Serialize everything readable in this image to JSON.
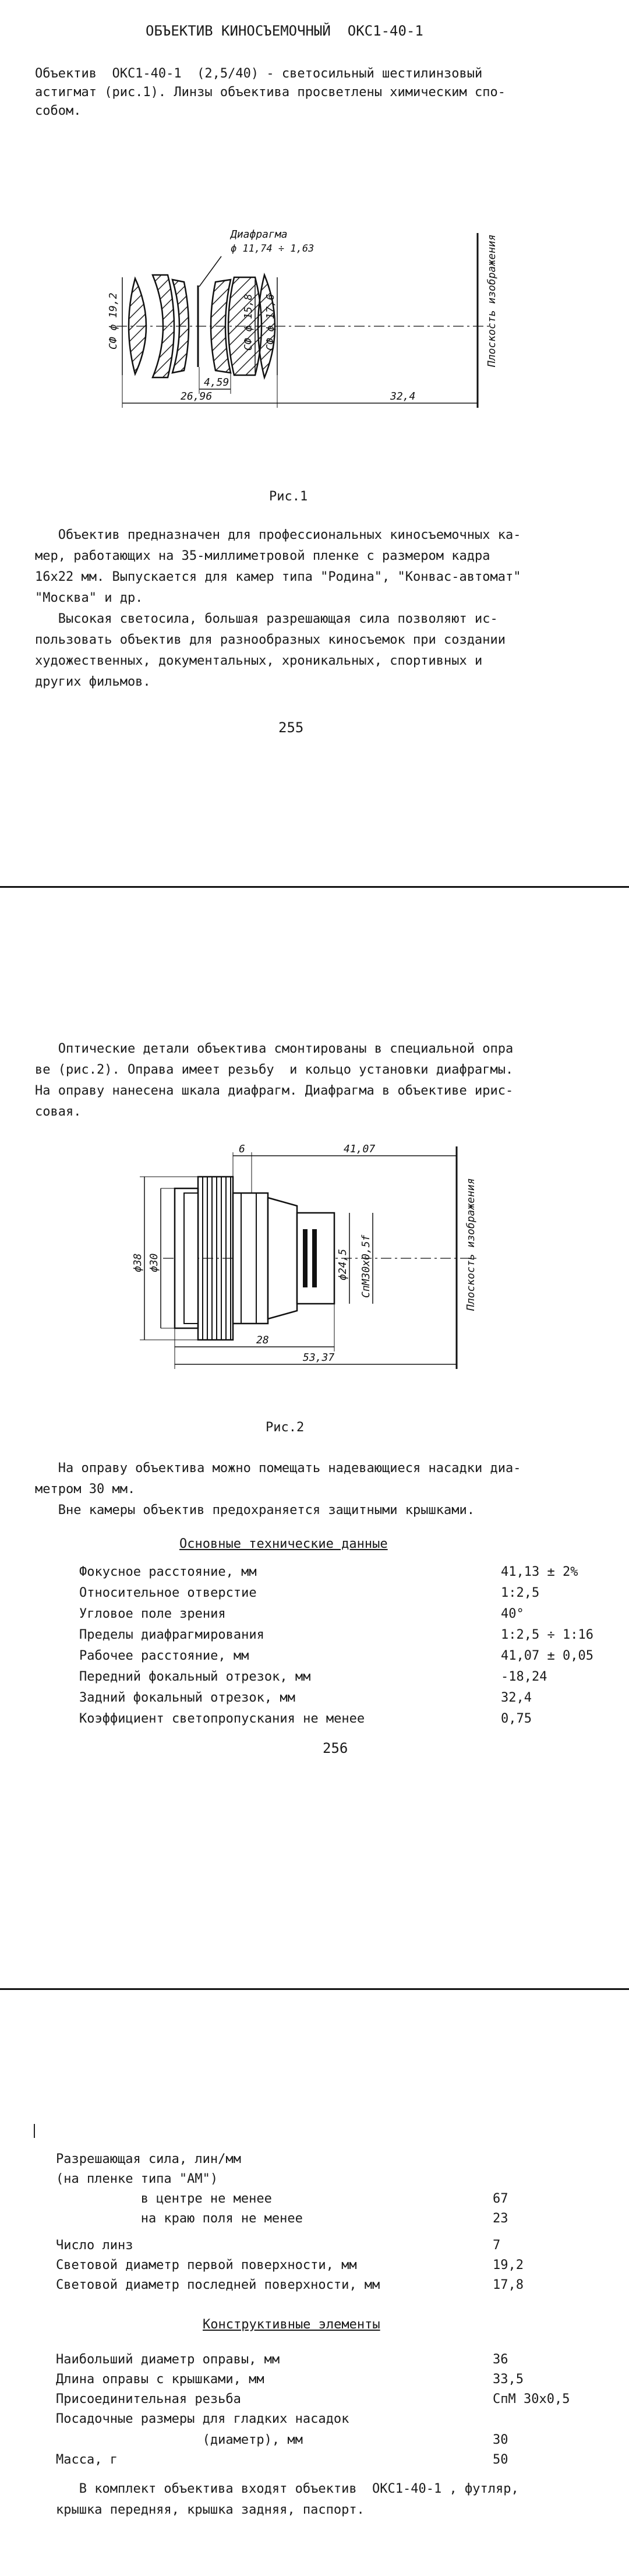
{
  "page1": {
    "title": "ОБЪЕКТИВ КИНОСЪЕМОЧНЫЙ  ОКС1-40-1",
    "intro": [
      "Объектив  ОКС1-40-1  (2,5/40) - светосильный шестилинзовый",
      "астигмат (рис.1). Линзы объектива просветлены химическим спо-",
      "собом."
    ],
    "fig1": {
      "diaphragm_label": "Диафрагма",
      "diaphragm_range": "ϕ 11,74 ÷ 1,63",
      "d1": "СФ ϕ 19,2",
      "d2": "СФ ϕ 15,8",
      "d3": "СФ ϕ 17,6",
      "dim_459": "4,59",
      "dim_2696": "26,96",
      "dim_324": "32,4",
      "plane_label": "Плоскость изображения"
    },
    "caption": "Рис.1",
    "body": [
      "   Объектив предназначен для профессиональных киносъемочных ка-",
      "мер, работающих на 35-миллиметровой пленке с размером кадра",
      "16х22 мм. Выпускается для камер типа \"Родина\", \"Конвас-автомат\"",
      "\"Москва\" и др.",
      "   Высокая светосила, большая разрешающая сила позволяют ис-",
      "пользовать объектив для разнообразных киносъемок при создании",
      "художественных, документальных, хроникальных, спортивных и",
      "других фильмов."
    ],
    "page_number": "255"
  },
  "page2": {
    "intro": [
      "   Оптические детали объектива смонтированы в специальной опра",
      "ве (рис.2). Оправа имеет резьбу  и кольцо установки диафрагмы.",
      "На оправу нанесена шкала диафрагм. Диафрагма в объективе ирис-",
      "совая."
    ],
    "fig2": {
      "dim_6": "6",
      "dim_4107": "41,07",
      "d38": "ϕ38",
      "d30": "ϕ30",
      "d245": "ϕ24,5",
      "thread": "СпМ30х0,5f",
      "dim_28": "28",
      "dim_5337": "53,37",
      "plane_label": "Плоскость изображения"
    },
    "caption": "Рис.2",
    "body": [
      "   На оправу объектива можно помещать надевающиеся насадки диа-",
      "метром 30 мм.",
      "   Вне камеры объектив предохраняется защитными крышками."
    ],
    "specs_heading": "Основные технические данные",
    "specs": [
      {
        "label": "Фокусное расстояние, мм",
        "value": "41,13 ± 2%"
      },
      {
        "label": "Относительное отверстие",
        "value": "1:2,5"
      },
      {
        "label": "Угловое поле зрения",
        "value": "40°"
      },
      {
        "label": "Пределы диафрагмирования",
        "value": "1:2,5 ÷ 1:16"
      },
      {
        "label": "Рабочее расстояние, мм",
        "value": "41,07 ± 0,05"
      },
      {
        "label": "Передний фокальный отрезок, мм",
        "value": "-18,24"
      },
      {
        "label": "Задний фокальный отрезок, мм",
        "value": "32,4"
      },
      {
        "label": "Коэффициент светопропускания не менее",
        "value": "0,75"
      }
    ],
    "page_number": "256"
  },
  "page3": {
    "specs": [
      {
        "label": "Разрешающая сила, лин/мм",
        "value": ""
      },
      {
        "label": "(на пленке типа \"АМ\")",
        "value": ""
      },
      {
        "label": "           в центре не менее",
        "value": "67"
      },
      {
        "label": "           на краю поля не менее",
        "value": "23"
      },
      {
        "label": "Число линз",
        "value": "7"
      },
      {
        "label": "Световой диаметр первой поверхности, мм",
        "value": "19,2"
      },
      {
        "label": "Световой диаметр последней поверхности, мм",
        "value": "17,8"
      }
    ],
    "construct_heading": "Конструктивные элементы",
    "construct": [
      {
        "label": "Наибольший диаметр оправы, мм",
        "value": "36"
      },
      {
        "label": "Длина оправы с крышками, мм",
        "value": "33,5"
      },
      {
        "label": "Присоединительная резьба",
        "value": "СпМ 30х0,5"
      },
      {
        "label": "Посадочные размеры для гладких насадок",
        "value": ""
      },
      {
        "label": "                   (диаметр), мм",
        "value": "30"
      },
      {
        "label": "Масса, г",
        "value": "50"
      }
    ],
    "closing": [
      "   В комплект объектива входят объектив  ОКС1-40-1 , футляр,",
      "крышка передняя, крышка задняя, паспорт."
    ]
  }
}
